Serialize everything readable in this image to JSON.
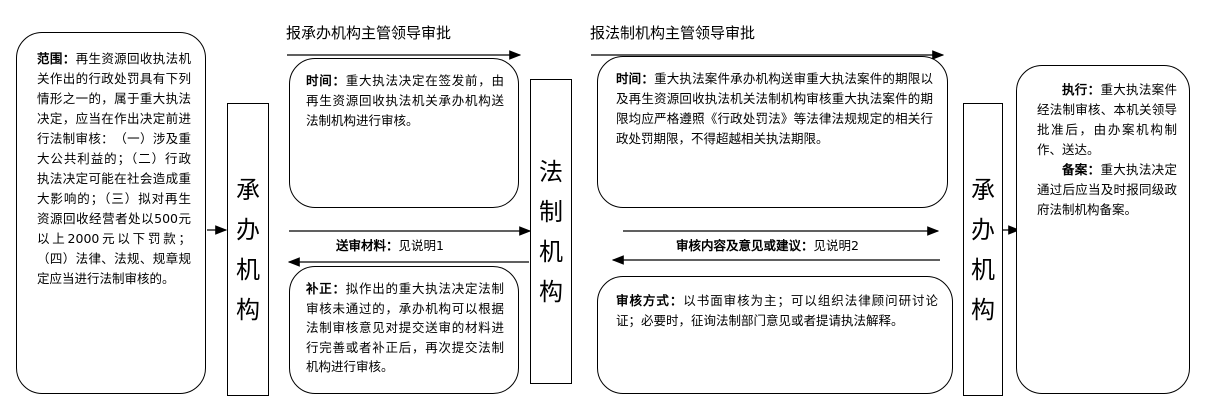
{
  "headers": {
    "left": "报承办机构主管领导审批",
    "right": "报法制机构主管领导审批"
  },
  "scope": {
    "label": "范围：",
    "text": "再生资源回收执法机关作出的行政处罚具有下列情形之一的，属于重大执法决定，应当在作出决定前进行法制审核：　（一）涉及重大公共利益的；（二）行政执法决定可能在社会造成重大影响的；（三）拟对再生资源回收经营者处以500元以上2000元以下罚款；（四）法律、法规、规章规定应当进行法制审核的。"
  },
  "org_left": [
    "承",
    "办",
    "机",
    "构"
  ],
  "org_mid": [
    "法",
    "制",
    "机",
    "构"
  ],
  "org_right": [
    "承",
    "办",
    "机",
    "构"
  ],
  "time1": {
    "label": "时间：",
    "text": "重大执法决定在签发前，由再生资源回收执法机关承办机构送法制机构进行审核。"
  },
  "submit": {
    "label": "送审材料：",
    "text": "见说明1"
  },
  "supplement": {
    "label": "补正：",
    "text": "拟作出的重大执法决定法制审核未通过的，承办机构可以根据法制审核意见对提交送审的材料进行完善或者补正后，再次提交法制机构进行审核。"
  },
  "time2": {
    "label": "时间：",
    "text": "重大执法案件承办机构送审重大执法案件的期限以及再生资源回收执法机关法制机构审核重大执法案件的期限均应严格遵照《行政处罚法》等法律法规规定的相关行政处罚期限，不得超越相关执法期限。"
  },
  "review": {
    "label": "审核内容及意见或建议：",
    "text": "见说明2"
  },
  "method": {
    "label": "审核方式：",
    "text": "以书面审核为主；可以组织法律顾问研讨论证；必要时，征询法制部门意见或者提请执法解释。"
  },
  "execute": {
    "label": "执行：",
    "text": "重大执法案件经法制审核、本机关领导批准后，由办案机构制作、送达。",
    "label2": "备案：",
    "text2": "重大执法决定通过后应当及时报同级政府法制机构备案。"
  }
}
